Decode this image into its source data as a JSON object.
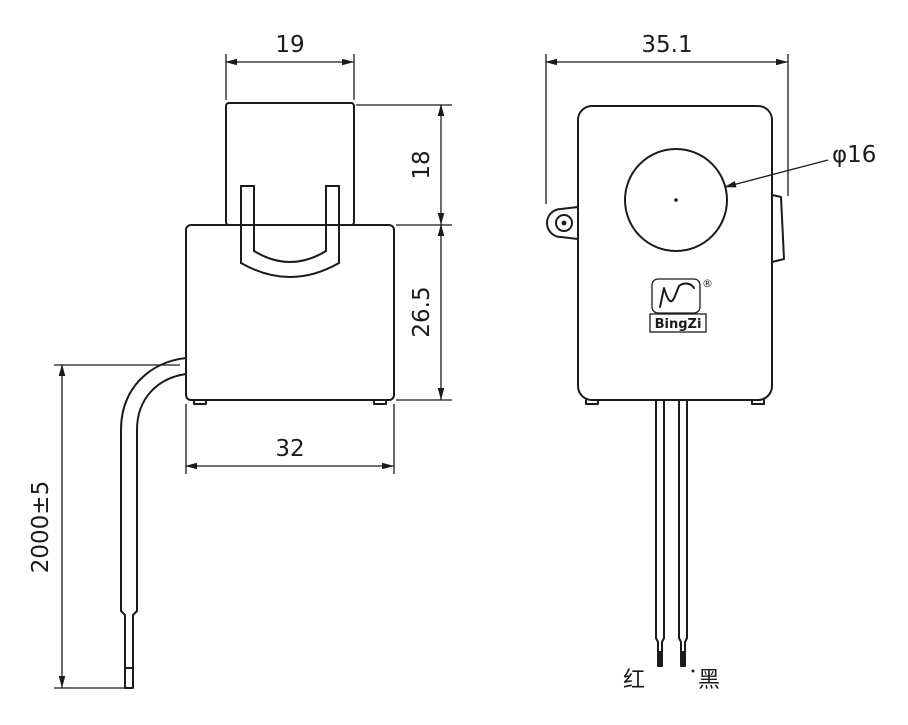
{
  "window": {
    "background": "#ffffff",
    "line_color": "#1b1b1b"
  },
  "views": {
    "side_view": {
      "description": "side view of split-core current transformer with cable",
      "dimensions": {
        "top_width": "19",
        "top_height": "18",
        "body_height": "26.5",
        "body_width": "32",
        "cable_length": "2000±5"
      }
    },
    "front_view": {
      "description": "front view with aperture, logo and output wires",
      "dimensions": {
        "overall_width": "35.1",
        "aperture_diameter": "φ16"
      },
      "logo": {
        "brand": "BingZi",
        "registered_mark": "®"
      },
      "wire_labels": {
        "red": "红",
        "black": "黑"
      }
    }
  }
}
